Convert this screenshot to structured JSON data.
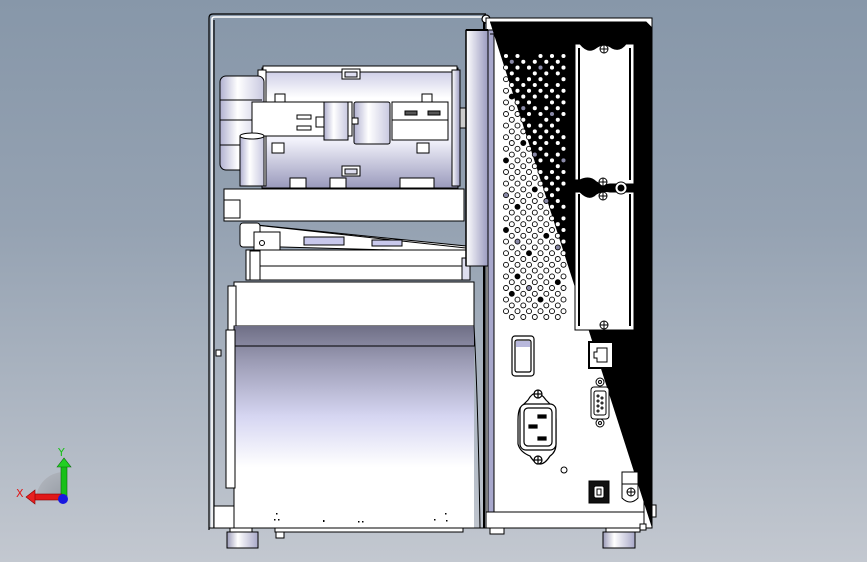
{
  "viewport": {
    "background_top": "#8797a9",
    "background_bottom": "#c3c8d0",
    "view": "side-rear orthographic",
    "model": "label printer assembly"
  },
  "triad": {
    "x_label": "X",
    "y_label": "Y",
    "x_color": "#e01818",
    "y_color": "#18c018",
    "z_color": "#1818e0"
  },
  "rear_panel": {
    "vent_rows": 46,
    "vent_cols": 6,
    "ports": [
      {
        "name": "power-switch"
      },
      {
        "name": "ethernet-port"
      },
      {
        "name": "serial-db9-port"
      },
      {
        "name": "iec-power-inlet"
      },
      {
        "name": "usb-b-port"
      }
    ]
  },
  "colors": {
    "line": "#000000",
    "body_fill": "#ffffff",
    "shade_light": "#e4e4f6",
    "shade_mid": "#b8b8d8",
    "shade_dark": "#8a8aa8"
  }
}
